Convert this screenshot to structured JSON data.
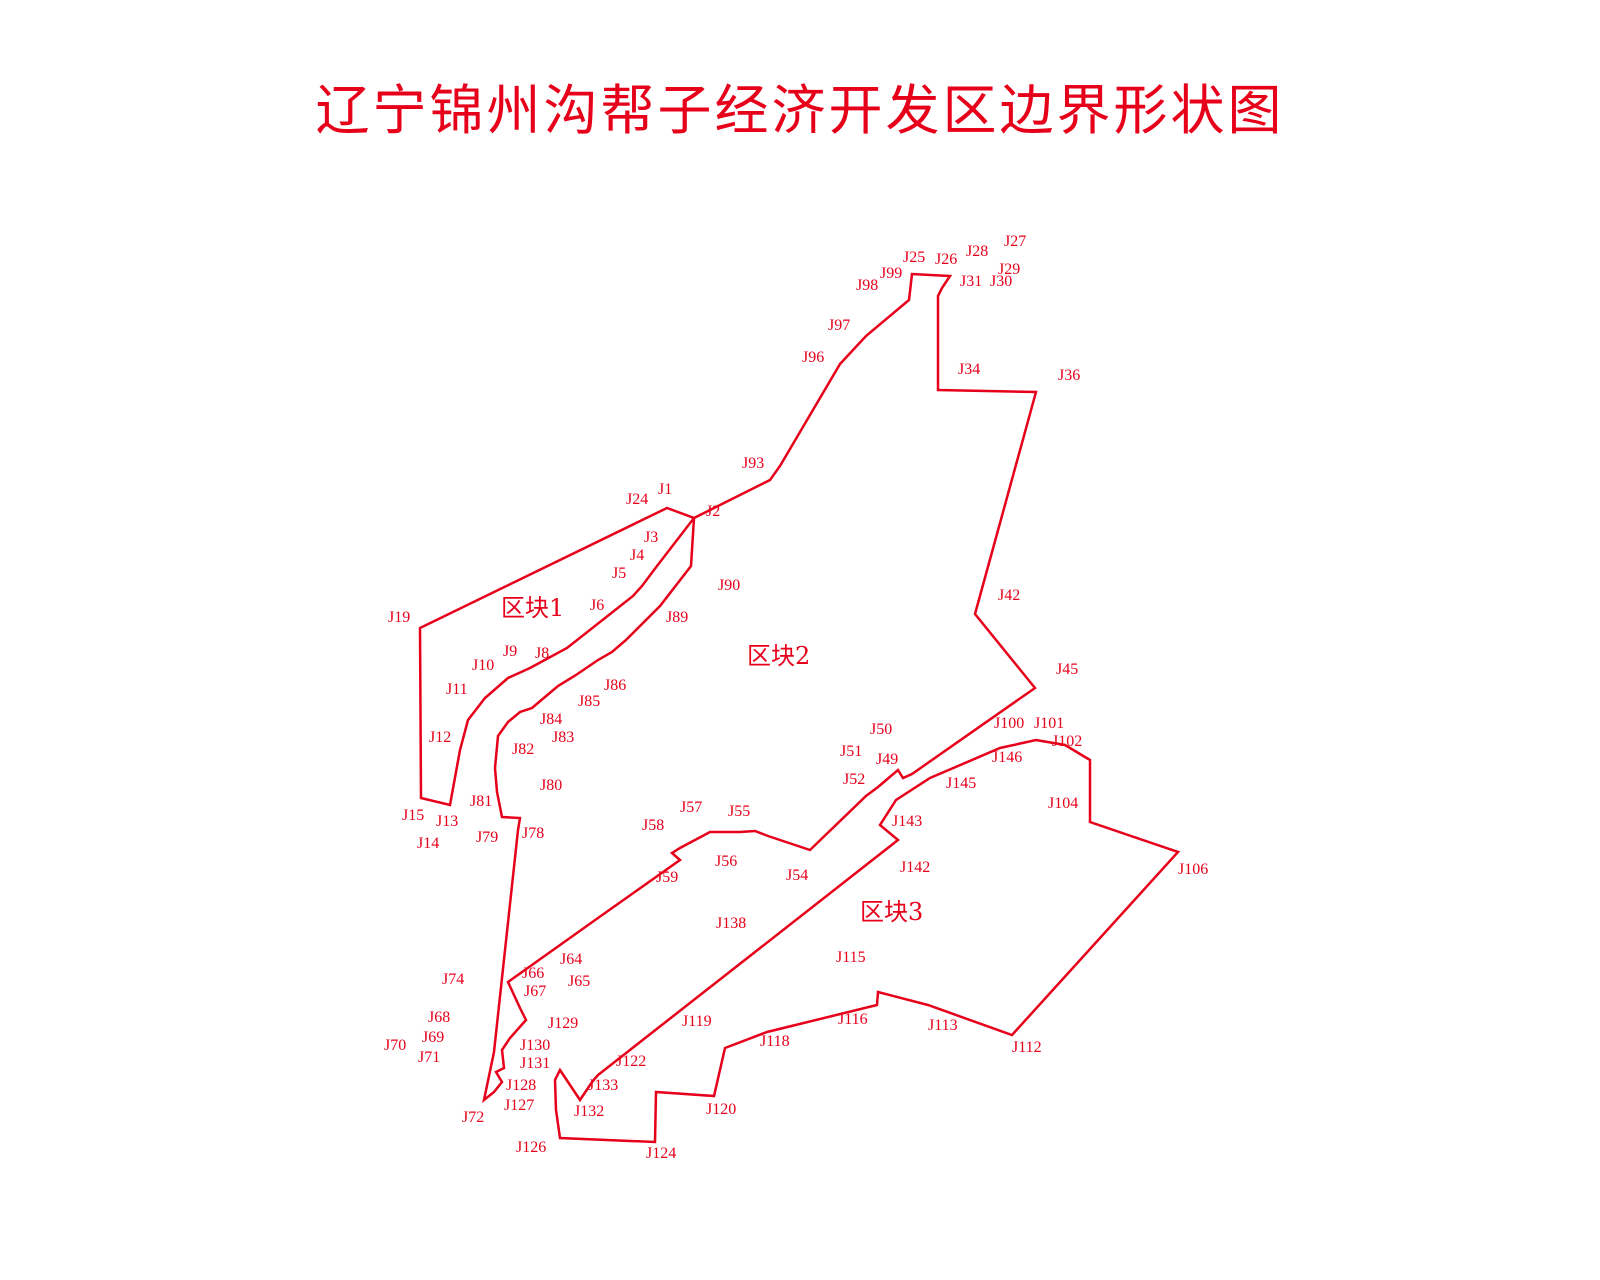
{
  "title": "辽宁锦州沟帮子经济开发区边界形状图",
  "colors": {
    "boundary": "#e6001a",
    "background": "#ffffff"
  },
  "blocks": [
    {
      "id": "block-1",
      "label": "区块1"
    },
    {
      "id": "block-2",
      "label": "区块2"
    },
    {
      "id": "block-3",
      "label": "区块3"
    }
  ],
  "point_labels": [
    "J1",
    "J2",
    "J3",
    "J4",
    "J5",
    "J6",
    "J8",
    "J9",
    "J10",
    "J11",
    "J12",
    "J13",
    "J14",
    "J15",
    "J19",
    "J24",
    "J25",
    "J26",
    "J27",
    "J28",
    "J29",
    "J30",
    "J31",
    "J34",
    "J36",
    "J42",
    "J45",
    "J49",
    "J50",
    "J51",
    "J52",
    "J54",
    "J55",
    "J56",
    "J57",
    "J58",
    "J59",
    "J64",
    "J65",
    "J66",
    "J67",
    "J68",
    "J69",
    "J70",
    "J71",
    "J72",
    "J74",
    "J78",
    "J79",
    "J80",
    "J81",
    "J82",
    "J83",
    "J84",
    "J85",
    "J86",
    "J89",
    "J90",
    "J93",
    "J96",
    "J97",
    "J98",
    "J99",
    "J100",
    "J101",
    "J102",
    "J104",
    "J106",
    "J112",
    "J113",
    "J115",
    "J116",
    "J118",
    "J119",
    "J120",
    "J122",
    "J124",
    "J126",
    "J127",
    "J128",
    "J129",
    "J130",
    "J131",
    "J132",
    "J133",
    "J138",
    "J142",
    "J143",
    "J145",
    "J146"
  ]
}
